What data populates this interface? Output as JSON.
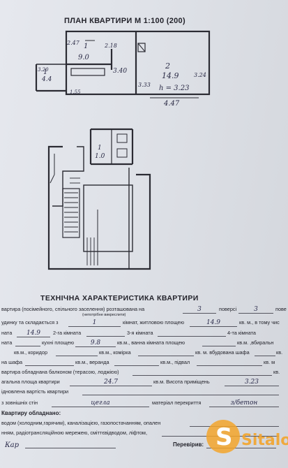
{
  "plan": {
    "title": "ПЛАН КВАРТИРИ М 1:100 (200)",
    "room_labels": {
      "bath_no": "1",
      "bath_area": "9.0",
      "corridor_no": "1",
      "corridor_area": "4.4",
      "room2_no": "2",
      "room2_area": "14.9",
      "height": "h = 3.23",
      "width_447": "4.47",
      "dim_340": "3.40",
      "dim_218": "2.18",
      "dim_247": "2.47",
      "dim_333": "3.33",
      "dim_324": "3.24",
      "dim_320": "3.20",
      "dim_155": "1.55",
      "wc_no": "1",
      "wc_area": "1.0"
    }
  },
  "characteristics": {
    "title": "ТЕХНІЧНА ХАРАКТЕРИСТИКА КВАРТИРИ",
    "r1": {
      "a": "вартира (посімейного, спільного заселення) розташована на",
      "floor": "3",
      "b": "поверсі",
      "total": "3",
      "c": "пове"
    },
    "r1_note": "(непотрібне викреслити)",
    "r2": {
      "a": "удинку та складається з",
      "rooms": "1",
      "b": "кімнат, житловою площею",
      "living": "14.9",
      "c": "кв. м., в тому чис"
    },
    "r3": {
      "a": "ната",
      "v1": "14.9",
      "b": "2-га кімната",
      "c": "3-я кімната",
      "d": "4-та кімната"
    },
    "r4": {
      "a": "ната",
      "b": "кухні площею",
      "kitchen": "9.8",
      "c": "кв.м., ванна кімната площею",
      "d": "кв.м. ,вбиральн"
    },
    "r5": {
      "a": "кв.м., коридор",
      "b": "кв.м., комірка",
      "c": "кв. м. вбудована шафа",
      "d": "кв."
    },
    "r6": {
      "a": "на шафа",
      "b": "кв.м., веранда",
      "c": "кв.м., підвал",
      "d": "кв. м"
    },
    "r7": {
      "a": "вартира обладнана балконом (терасою, лоджією)",
      "d": "кв."
    },
    "r8": {
      "a": "агальна площа квартири",
      "total": "24.7",
      "b": "кв.м. Висота приміщень",
      "height": "3.23"
    },
    "r9": {
      "a": "ідновлена вартість квартири"
    },
    "r10": {
      "a": "з зовнішніх стін",
      "walls": "цегла",
      "b": "матеріал перекриття",
      "floor_mat": "з/бетон"
    },
    "r11": {
      "a": "Квартиру обладнано:"
    },
    "r12": {
      "a": "водом (холодним,гарячим), каналізацією, газопостачанням, опален"
    },
    "r13": {
      "a": "нням, радіотрансляційною мережею, сміттєвідводом, ліфтом,"
    },
    "r14": {
      "a": "Кар",
      "b": "Перевірив:"
    }
  },
  "watermark": {
    "text": "Sitalo"
  },
  "colors": {
    "paper": "#e2e4ea",
    "ink": "#23232b",
    "logo": "#f3a52c"
  }
}
